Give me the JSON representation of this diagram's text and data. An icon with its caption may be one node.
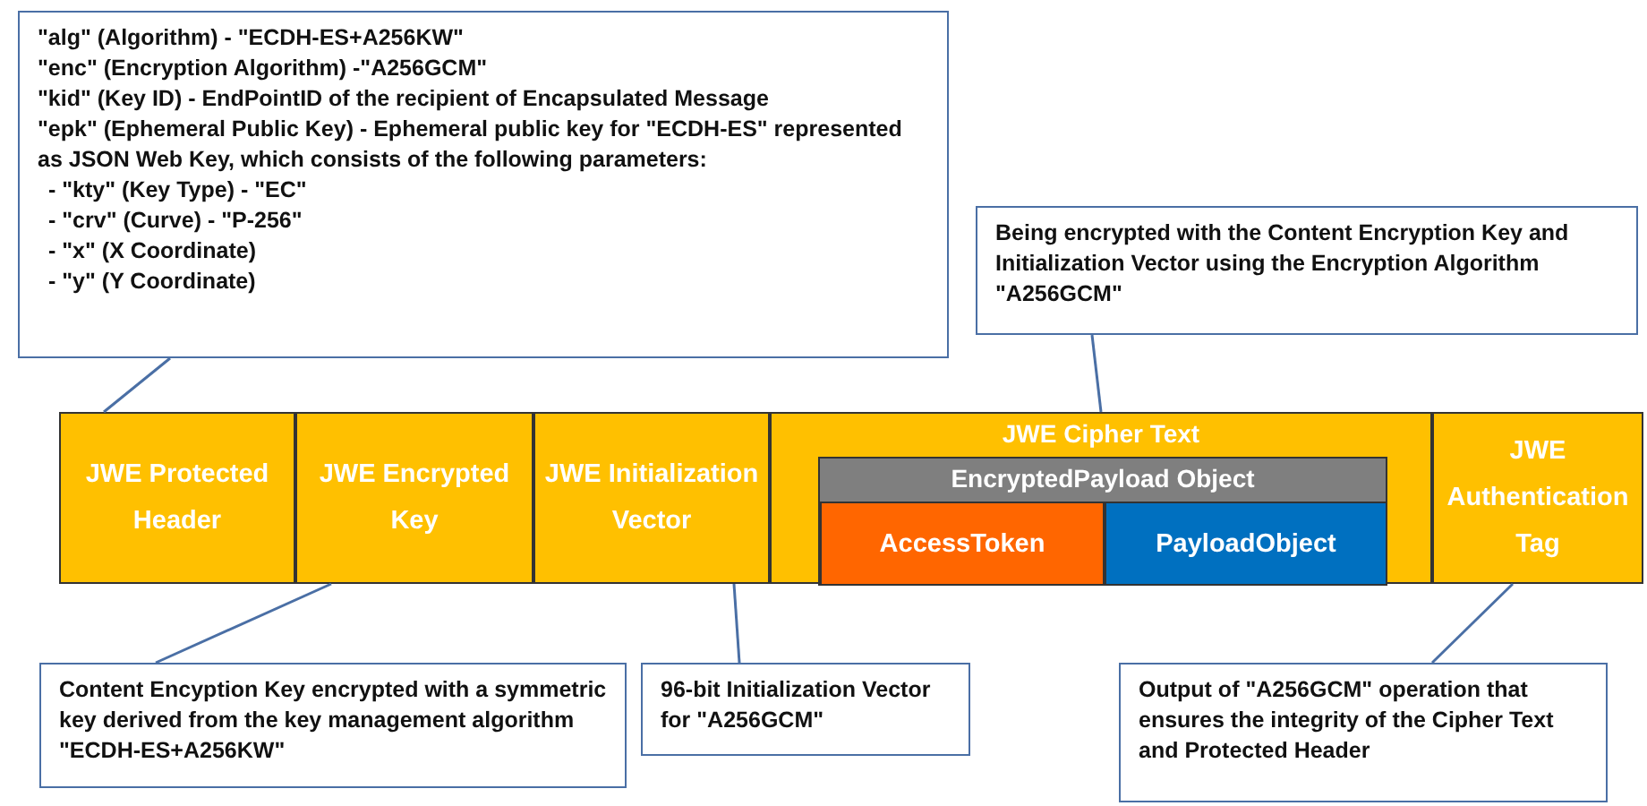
{
  "diagram": {
    "nodes": [
      {
        "text": [
          "\"alg\" (Algorithm) - \"ECDH-ES+A256KW\"",
          "\"enc\" (Encryption Algorithm) -\"A256GCM\"",
          "\"kid\" (Key ID) - EndPointID of the recipient of Encapsulated Message",
          "\"epk\" (Ephemeral Public Key) - Ephemeral public key for \"ECDH-ES\" represented as JSON Web Key, which consists of the following parameters:",
          "- \"kty\" (Key Type) - \"EC\"",
          "- \"crv\" (Curve) - \"P-256\"",
          "- \"x\" (X Coordinate)",
          "- \"y\" (Y Coordinate)"
        ]
      },
      {
        "text": [
          "Being encrypted with the Content Encryption Key and Initialization Vector using the Encryption Algorithm \"A256GCM\""
        ]
      },
      {
        "text": [
          "JWE Protected Header"
        ]
      },
      {
        "text": [
          "JWE Encrypted Key"
        ]
      },
      {
        "text": [
          "JWE Initialization Vector"
        ]
      },
      {
        "text": [
          "JWE Cipher Text"
        ]
      },
      {
        "text": [
          "EncryptedPayload Object"
        ],
        "in": 5
      },
      {
        "text": [
          "AccessToken"
        ],
        "in": 6
      },
      {
        "text": [
          "PayloadObject"
        ],
        "in": 6
      },
      {
        "text": [
          "JWE Authentication Tag"
        ]
      },
      {
        "text": [
          "Content Encyption Key encrypted with a symmetric key derived from the key management algorithm \"ECDH-ES+A256KW\""
        ]
      },
      {
        "text": [
          "96-bit Initialization Vector for \"A256GCM\""
        ]
      },
      {
        "text": [
          "Output of \"A256GCM\" operation that ensures the integrity of the Cipher Text and Protected Header"
        ]
      }
    ],
    "edges": [
      {
        "from": 0,
        "to": 2,
        "arrow": "none"
      },
      {
        "from": 1,
        "to": 5,
        "arrow": "none"
      },
      {
        "from": 10,
        "to": 3,
        "arrow": "none"
      },
      {
        "from": 11,
        "to": 4,
        "arrow": "none"
      },
      {
        "from": 12,
        "to": 9,
        "arrow": "none"
      }
    ]
  }
}
